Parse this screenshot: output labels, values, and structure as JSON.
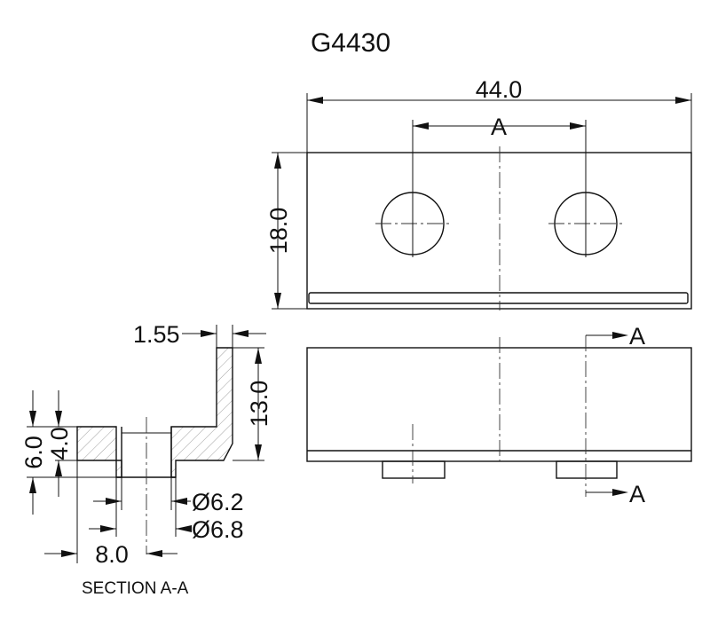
{
  "title": "G4430",
  "dimensions": {
    "overall_length": "44.0",
    "hole_spacing": "A",
    "height_top_view": "18.0",
    "wall_thickness": "1.55",
    "wall_height": "13.0",
    "base_height": "6.0",
    "base_thickness": "4.0",
    "bore_small": "Ø6.2",
    "bore_large": "Ø6.8",
    "offset": "8.0"
  },
  "section_markers": {
    "top": "A",
    "bottom": "A"
  },
  "section_caption": "SECTION A-A"
}
